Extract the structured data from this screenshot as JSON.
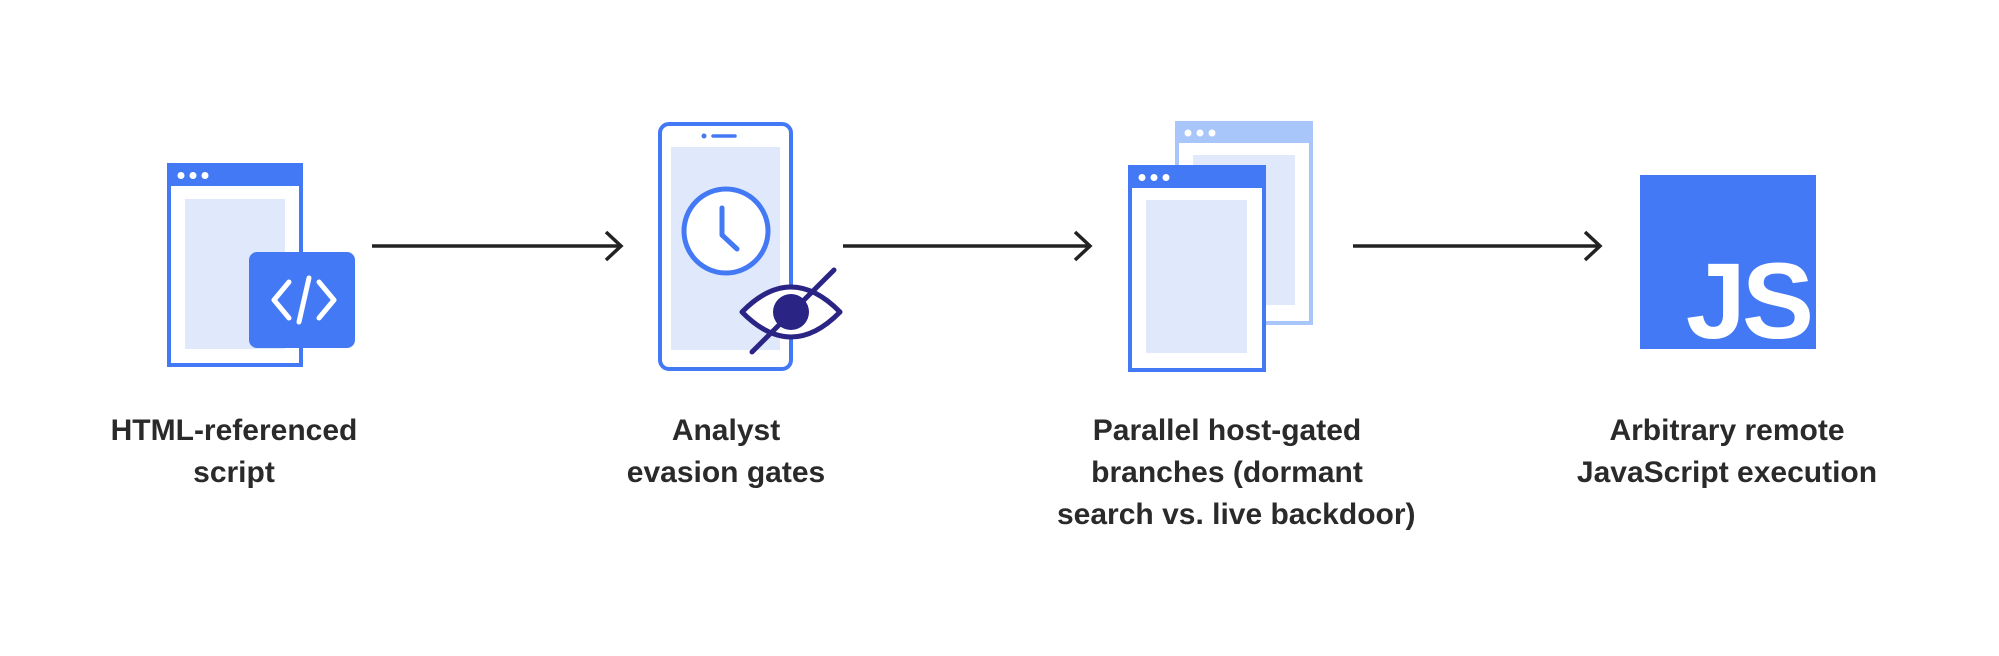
{
  "steps": [
    {
      "id": "html-script",
      "icon": "browser-code-icon",
      "label_lines": [
        "HTML-referenced",
        "script"
      ]
    },
    {
      "id": "evasion",
      "icon": "phone-clock-hidden-eye-icon",
      "label_lines": [
        "Analyst",
        "evasion gates"
      ]
    },
    {
      "id": "parallel",
      "icon": "stacked-windows-icon",
      "label_lines": [
        "Parallel host-gated",
        "branches (dormant",
        "search vs. live backdoor)"
      ]
    },
    {
      "id": "js-exec",
      "icon": "javascript-logo-icon",
      "label_lines": [
        "Arbitrary remote",
        "JavaScript execution"
      ],
      "logo_text": "JS"
    }
  ],
  "colors": {
    "primary_blue": "#4479f5",
    "light_blue_fill": "#dfe9fb",
    "back_window_blue": "#a9c6fa",
    "dark_navy": "#2a2485",
    "arrow": "#222222",
    "text": "#2a2a2a"
  }
}
